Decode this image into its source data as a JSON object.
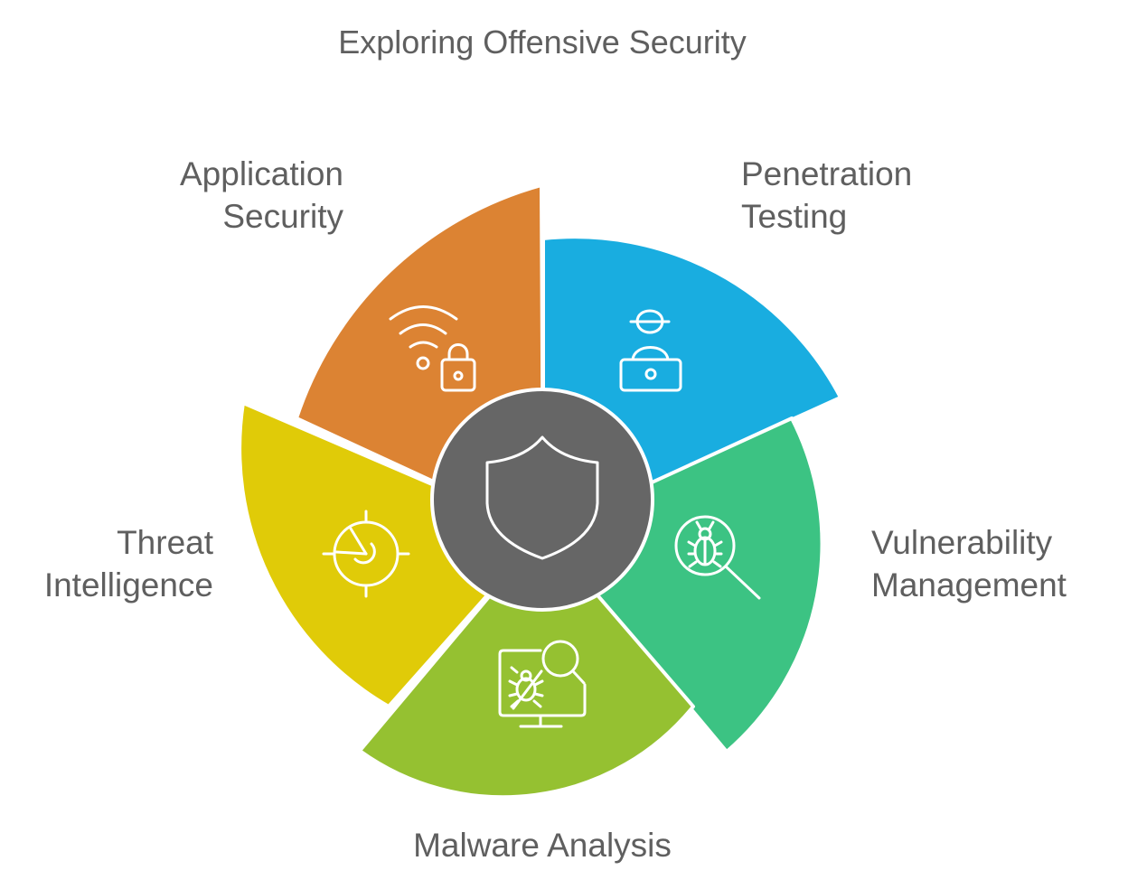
{
  "title": "Exploring Offensive Security",
  "center": {
    "icon": "shield-icon",
    "color": "#666666"
  },
  "segments": [
    {
      "id": "penetration-testing",
      "lines": [
        "Penetration",
        "Testing"
      ],
      "color": "#19ADE0",
      "icon": "hacker-laptop-icon"
    },
    {
      "id": "vulnerability-management",
      "lines": [
        "Vulnerability",
        "Management"
      ],
      "color": "#3CC383",
      "icon": "bug-search-icon"
    },
    {
      "id": "malware-analysis",
      "lines": [
        "Malware Analysis"
      ],
      "color": "#95C131",
      "icon": "monitor-bug-search-icon"
    },
    {
      "id": "threat-intelligence",
      "lines": [
        "Threat",
        "Intelligence"
      ],
      "color": "#E0CB08",
      "icon": "radar-target-icon"
    },
    {
      "id": "application-security",
      "lines": [
        "Application",
        "Security"
      ],
      "color": "#DC8333",
      "icon": "wifi-lock-icon"
    }
  ]
}
